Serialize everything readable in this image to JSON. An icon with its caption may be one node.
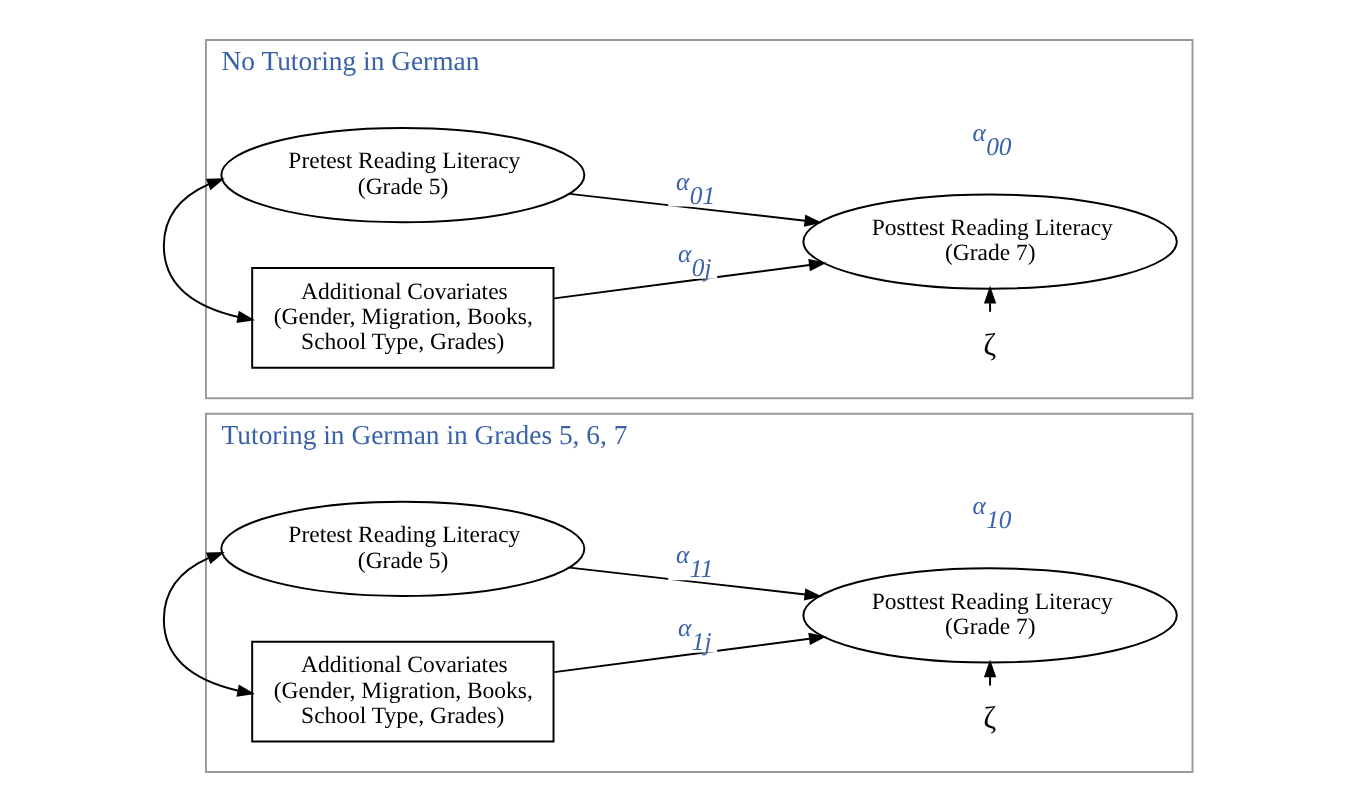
{
  "diagram": {
    "nodes": [
      {
        "text": [
          "No Tutoring in German"
        ]
      },
      {
        "text": [
          "Pretest Reading Literacy (Grade 5)"
        ],
        "in": 0
      },
      {
        "text": [
          "Additional Covariates (Gender, Migration, Books, School Type, Grades)"
        ],
        "in": 0
      },
      {
        "text": [
          "Posttest Reading Literacy (Grade 7)"
        ],
        "in": 0,
        "beside": [
          "α$_{00}$"
        ]
      },
      {
        "text": [
          "ζ"
        ],
        "in": 0
      },
      {
        "text": [
          "Tutoring in German in Grades 5, 6, 7"
        ]
      },
      {
        "text": [
          "Pretest Reading Literacy (Grade 5)"
        ],
        "in": 5
      },
      {
        "text": [
          "Additional Covariates (Gender, Migration, Books, School Type, Grades)"
        ],
        "in": 5
      },
      {
        "text": [
          "Posttest Reading Literacy (Grade 7)"
        ],
        "in": 5,
        "beside": [
          "α$_{10}$"
        ]
      },
      {
        "text": [
          "ζ"
        ],
        "in": 5
      }
    ],
    "edges": [
      {
        "from": 1,
        "to": 2,
        "arrow": "both"
      },
      {
        "from": 1,
        "to": 3,
        "arrow": "to",
        "label": "α$_{01}$"
      },
      {
        "from": 2,
        "to": 3,
        "arrow": "to",
        "label": "α$_{0j}$"
      },
      {
        "from": 4,
        "to": 3,
        "arrow": "to"
      },
      {
        "from": 6,
        "to": 7,
        "arrow": "both"
      },
      {
        "from": 6,
        "to": 8,
        "arrow": "to",
        "label": "α$_{11}$"
      },
      {
        "from": 7,
        "to": 8,
        "arrow": "to",
        "label": "α$_{1j}$"
      },
      {
        "from": 9,
        "to": 8,
        "arrow": "to"
      }
    ]
  }
}
